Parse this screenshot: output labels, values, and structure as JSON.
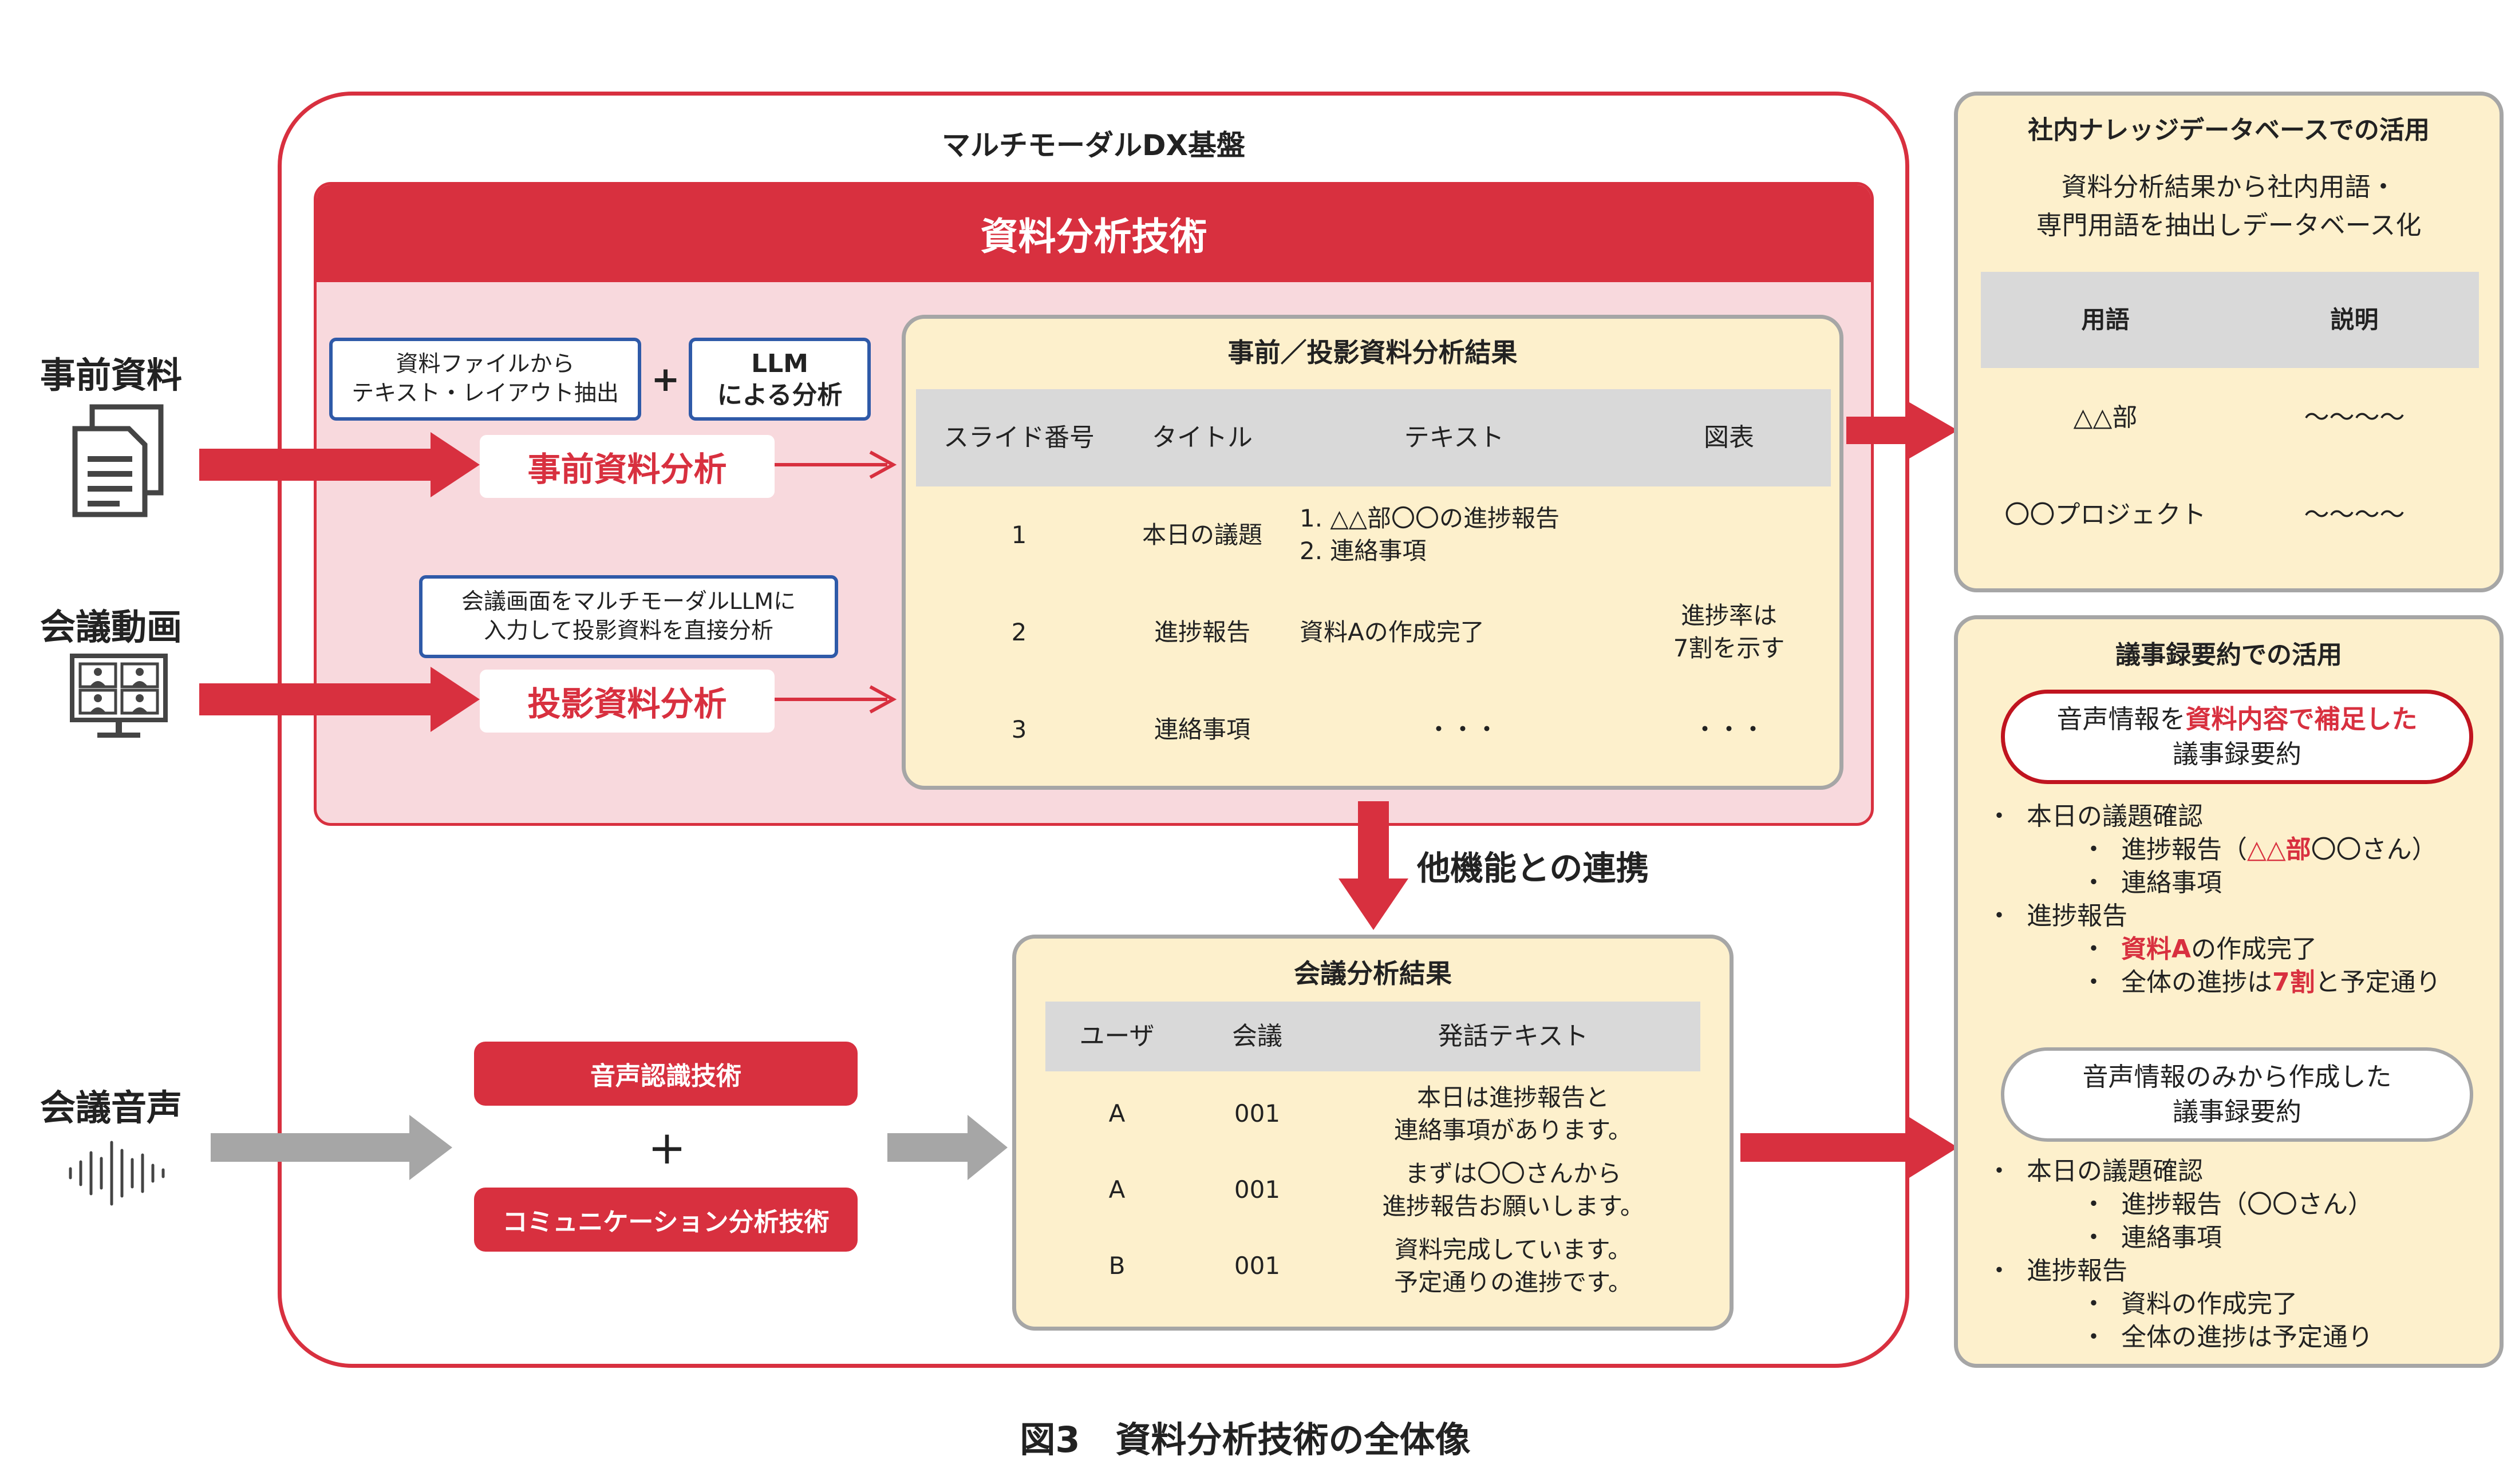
{
  "left_inputs": {
    "advance": "事前資料",
    "video": "会議動画",
    "audio": "会議音声"
  },
  "platform_title": "マルチモーダルDX基盤",
  "tech_header": "資料分析技術",
  "text_extract_box": "資料ファイルから\nテキスト・レイアウト抽出",
  "plus_small": "+",
  "llm_box": "LLM\nによる分析",
  "advance_analysis": "事前資料分析",
  "multimodal_box": "会議画面をマルチモーダルLLMに\n入力して投影資料を直接分析",
  "projection_analysis": "投影資料分析",
  "result_panel": {
    "title": "事前／投影資料分析結果",
    "headers": [
      "スライド番号",
      "タイトル",
      "テキスト",
      "図表"
    ],
    "rows": [
      [
        "1",
        "本日の議題",
        "1. △△部〇〇の進捗報告\n2. 連絡事項",
        ""
      ],
      [
        "2",
        "進捗報告",
        "資料Aの作成完了",
        "進捗率は\n7割を示す"
      ],
      [
        "3",
        "連絡事項",
        "・・・",
        "・・・"
      ]
    ]
  },
  "link_label": "他機能との連携",
  "speech_tech": "音声認識技術",
  "plus_big": "+",
  "comm_tech": "コミュニケーション分析技術",
  "meeting_panel": {
    "title": "会議分析結果",
    "headers": [
      "ユーザ",
      "会議",
      "発話テキスト"
    ],
    "rows": [
      [
        "A",
        "001",
        "本日は進捗報告と\n連絡事項があります。"
      ],
      [
        "A",
        "001",
        "まずは〇〇さんから\n進捗報告お願いします。"
      ],
      [
        "B",
        "001",
        "資料完成しています。\n予定通りの進捗です。"
      ]
    ]
  },
  "knowledge_panel": {
    "title": "社内ナレッジデータベースでの活用",
    "desc": "資料分析結果から社内用語・\n専門用語を抽出しデータベース化",
    "headers": [
      "用語",
      "説明"
    ],
    "rows": [
      [
        "△△部",
        "～～～～"
      ],
      [
        "〇〇プロジェクト",
        "～～～～"
      ]
    ]
  },
  "minutes_panel": {
    "title": "議事録要約での活用",
    "supp_title": [
      "音声情報を",
      "資料内容で補足した",
      "議事録要約"
    ],
    "list1": [
      [
        "・",
        "本日の議題確認"
      ],
      [
        "・",
        "進捗報告（",
        "△△部",
        "〇〇さん）"
      ],
      [
        "・",
        "連絡事項"
      ],
      [
        "・",
        "進捗報告"
      ],
      [
        "・",
        "資料A",
        "の作成完了"
      ],
      [
        "・",
        "全体の進捗は",
        "7割",
        "と予定通り"
      ]
    ],
    "only_title": "音声情報のみから作成した\n議事録要約",
    "list2": [
      [
        "・",
        "本日の議題確認"
      ],
      [
        "・",
        "進捗報告（〇〇さん）"
      ],
      [
        "・",
        "連絡事項"
      ],
      [
        "・",
        "進捗報告"
      ],
      [
        "・",
        "資料の作成完了"
      ],
      [
        "・",
        "全体の進捗は予定通り"
      ]
    ]
  },
  "caption": "図3　資料分析技術の全体像",
  "colors": {
    "accent_red": "#d8303f",
    "pink_bg": "#f8d9dd",
    "cream": "#fdf0cc",
    "gray_header": "#d9d9d9",
    "blue_border": "#2f5aa8",
    "gray_arrow": "#a6a6a6"
  },
  "icons": [
    "document-icon",
    "video-conference-icon",
    "audio-waveform-icon"
  ]
}
